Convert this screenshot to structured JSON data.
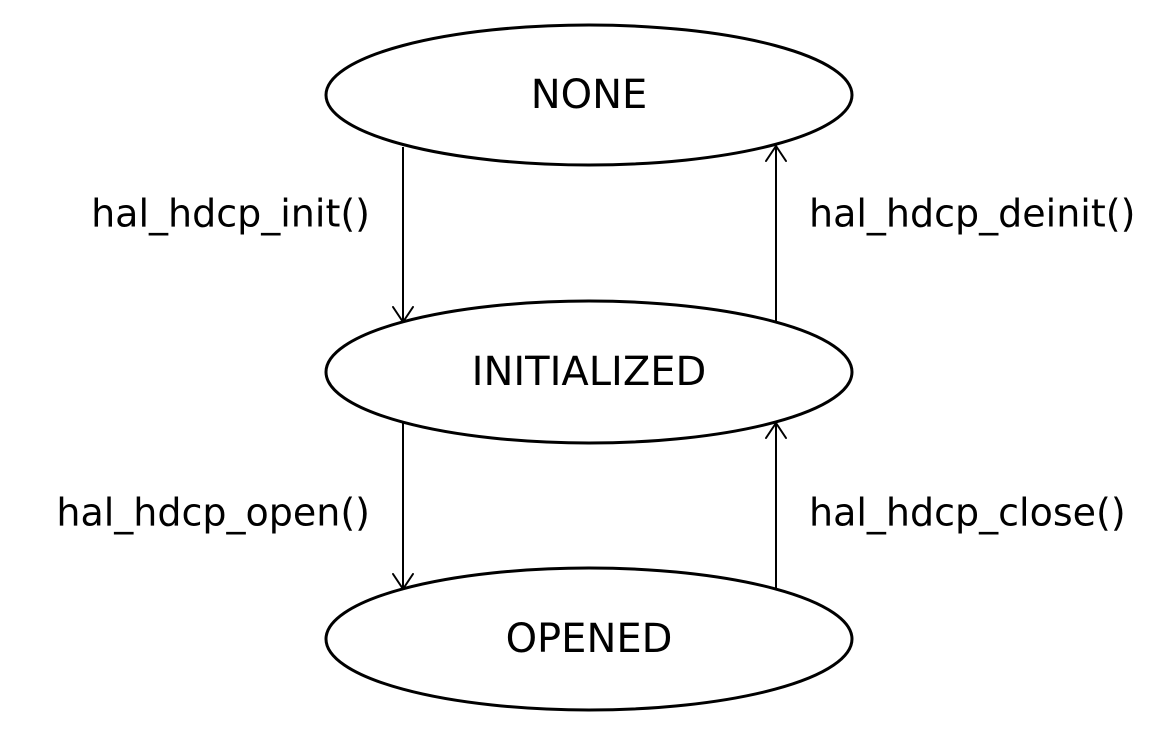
{
  "states": {
    "none": "NONE",
    "initialized": "INITIALIZED",
    "opened": "OPENED"
  },
  "transitions": {
    "init": "hal_hdcp_init()",
    "deinit": "hal_hdcp_deinit()",
    "open": "hal_hdcp_open()",
    "close": "hal_hdcp_close()"
  },
  "colors": {
    "stroke": "#000000",
    "background": "#ffffff"
  }
}
